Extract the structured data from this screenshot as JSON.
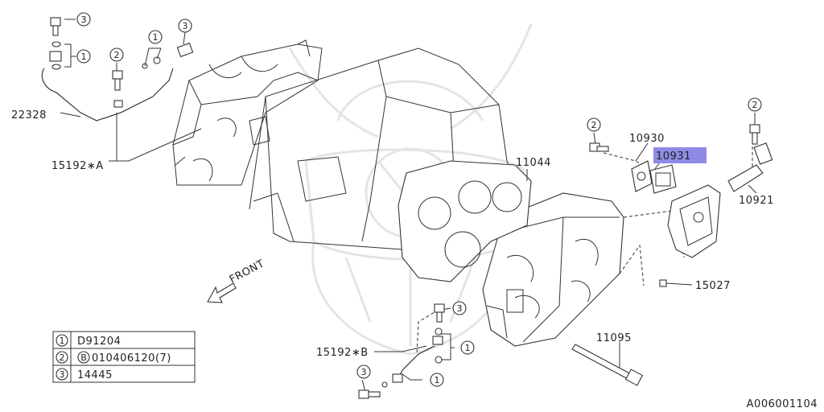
{
  "callouts": {
    "c1": "1",
    "c2": "2",
    "c3": "3",
    "front": "FRONT"
  },
  "parts": {
    "p22328": "22328",
    "p15192a": "15192∗A",
    "p15192b": "15192∗B",
    "p11044": "11044",
    "p10930": "10930",
    "p10931": "10931",
    "p10921": "10921",
    "p15027": "15027",
    "p11095": "11095"
  },
  "highlight_part": "10931",
  "highlight_color": "#8e8be6",
  "legend": {
    "rows": [
      {
        "num": "1",
        "text": "D91204"
      },
      {
        "num": "2",
        "b_mark": "B",
        "text": "010406120(7)"
      },
      {
        "num": "3",
        "text": "14445"
      }
    ]
  },
  "diagram_code": "A006001104"
}
